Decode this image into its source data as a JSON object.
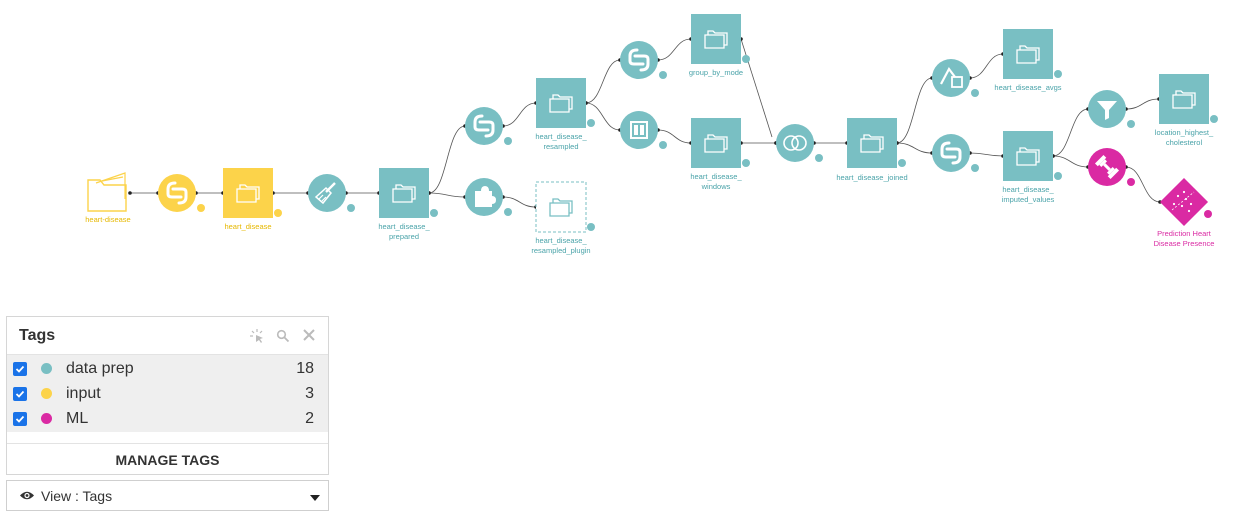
{
  "colors": {
    "data_prep": "#79bfc3",
    "input": "#fcd34a",
    "ml": "#da2aa3",
    "edge": "#555555",
    "checkbox": "#1a73e8"
  },
  "flow": {
    "datasets": {
      "heart_disease_raw": "heart-disease",
      "heart_disease": "heart_disease",
      "heart_disease_prepared": [
        "heart_disease_",
        "prepared"
      ],
      "heart_disease_resampled": [
        "heart_disease_",
        "resampled"
      ],
      "heart_disease_resampled_plugin": [
        "heart_disease_",
        "resampled_plugin"
      ],
      "group_by_mode": "group_by_mode",
      "heart_disease_windows": [
        "heart_disease_",
        "windows"
      ],
      "heart_disease_joined": "heart_disease_joined",
      "heart_disease_avgs": "heart_disease_avgs",
      "heart_disease_imputed_values": [
        "heart_disease_",
        "imputed_values"
      ],
      "location_highest_cholesterol": [
        "location_highest_",
        "cholesterol"
      ],
      "prediction": [
        "Prediction Heart",
        "Disease Presence"
      ]
    },
    "recipe_icons": {
      "python": "python-icon",
      "prepare": "brush-icon",
      "plugin": "puzzle-icon",
      "window": "window-icon",
      "join": "join-icon",
      "split": "split-icon",
      "filter": "filter-icon",
      "train": "dumbbell-icon",
      "model": "model-diamond-icon"
    }
  },
  "tags_panel": {
    "title": "Tags",
    "tags": [
      {
        "name": "data prep",
        "count": "18",
        "color": "#79bfc3",
        "checked": true
      },
      {
        "name": "input",
        "count": "3",
        "color": "#fcd34a",
        "checked": true
      },
      {
        "name": "ML",
        "count": "2",
        "color": "#da2aa3",
        "checked": true
      }
    ],
    "manage_label": "MANAGE TAGS"
  },
  "view_select": {
    "label": "View : Tags"
  }
}
